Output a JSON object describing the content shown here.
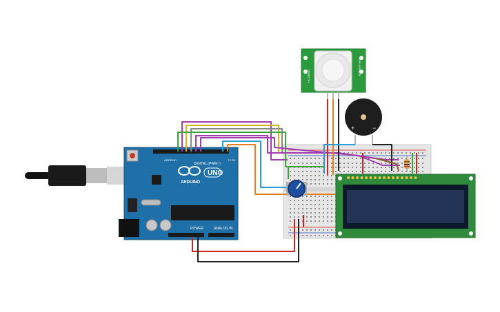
{
  "arduino": {
    "brand_label": "ARDUINO",
    "model_label": "UNO",
    "digital_label": "DIGITAL (PWM~)",
    "power_label": "POWER",
    "analog_label": "ANALOG IN",
    "tx_label": "TX",
    "rx_label": "RX",
    "aref_label": "AREF",
    "gnd_label": "GND"
  },
  "pir_sensor": {
    "left_text": "HC-SR501",
    "right_text": "PIR SENSOR"
  },
  "buzzer": {
    "plus_label": "+",
    "minus_label": "−"
  },
  "colors": {
    "arduino_board": "#1f6fa8",
    "breadboard": "#e6e6e6",
    "lcd_board": "#2f8a3c",
    "lcd_screen": "#1e2b4a",
    "wire_red": "#d02020",
    "wire_black": "#222222",
    "wire_purple": "#a23bb0",
    "wire_yellow": "#d3b41a",
    "wire_green": "#3aa33a",
    "wire_orange": "#e0801e",
    "wire_blue": "#2aa0d8",
    "wire_brown": "#8a5a2a",
    "wire_gray": "#888888"
  }
}
